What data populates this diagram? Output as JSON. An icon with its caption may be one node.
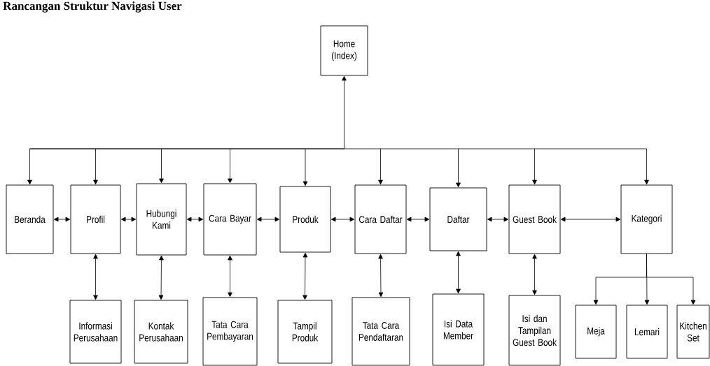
{
  "diagram": {
    "title": "Rancangan Struktur Navigasi User",
    "nodes": [
      {
        "text": [
          "Home (Index)"
        ]
      },
      {
        "text": [
          "Beranda"
        ]
      },
      {
        "text": [
          "Profil"
        ]
      },
      {
        "text": [
          "Hubungi Kami"
        ]
      },
      {
        "text": [
          "Cara Bayar"
        ]
      },
      {
        "text": [
          "Produk"
        ]
      },
      {
        "text": [
          "Cara Daftar"
        ]
      },
      {
        "text": [
          "Daftar"
        ]
      },
      {
        "text": [
          "Guest Book"
        ]
      },
      {
        "text": [
          "Kategori"
        ]
      },
      {
        "text": [
          "Informasi Perusahaan"
        ]
      },
      {
        "text": [
          "Kontak Perusahaan"
        ]
      },
      {
        "text": [
          "Tata Cara Pembayaran"
        ]
      },
      {
        "text": [
          "Tampil Produk"
        ]
      },
      {
        "text": [
          "Tata Cara Pendaftaran"
        ]
      },
      {
        "text": [
          "Isi Data Member"
        ]
      },
      {
        "text": [
          "Isi dan Tampilan Guest Book"
        ]
      },
      {
        "text": [
          "Meja"
        ]
      },
      {
        "text": [
          "Lemari"
        ]
      },
      {
        "text": [
          "Kitchen Set"
        ]
      }
    ],
    "edges": [
      {
        "from": 0,
        "to": 1,
        "arrow": "both"
      },
      {
        "from": 0,
        "to": 2,
        "arrow": "both"
      },
      {
        "from": 0,
        "to": 3,
        "arrow": "both"
      },
      {
        "from": 0,
        "to": 4,
        "arrow": "both"
      },
      {
        "from": 0,
        "to": 5,
        "arrow": "both"
      },
      {
        "from": 0,
        "to": 6,
        "arrow": "both"
      },
      {
        "from": 0,
        "to": 7,
        "arrow": "both"
      },
      {
        "from": 0,
        "to": 8,
        "arrow": "both"
      },
      {
        "from": 0,
        "to": 9,
        "arrow": "both"
      },
      {
        "from": 1,
        "to": 2,
        "arrow": "both"
      },
      {
        "from": 2,
        "to": 3,
        "arrow": "both"
      },
      {
        "from": 3,
        "to": 4,
        "arrow": "both"
      },
      {
        "from": 4,
        "to": 5,
        "arrow": "both"
      },
      {
        "from": 5,
        "to": 6,
        "arrow": "both"
      },
      {
        "from": 6,
        "to": 7,
        "arrow": "both"
      },
      {
        "from": 7,
        "to": 8,
        "arrow": "both"
      },
      {
        "from": 8,
        "to": 9,
        "arrow": "both"
      },
      {
        "from": 2,
        "to": 10,
        "arrow": "both"
      },
      {
        "from": 3,
        "to": 11,
        "arrow": "both"
      },
      {
        "from": 4,
        "to": 12,
        "arrow": "both"
      },
      {
        "from": 5,
        "to": 13,
        "arrow": "both"
      },
      {
        "from": 6,
        "to": 14,
        "arrow": "both"
      },
      {
        "from": 7,
        "to": 15,
        "arrow": "both"
      },
      {
        "from": 8,
        "to": 16,
        "arrow": "both"
      },
      {
        "from": 9,
        "to": 17,
        "arrow": "to"
      },
      {
        "from": 9,
        "to": 18,
        "arrow": "to"
      },
      {
        "from": 9,
        "to": 19,
        "arrow": "to"
      }
    ]
  }
}
